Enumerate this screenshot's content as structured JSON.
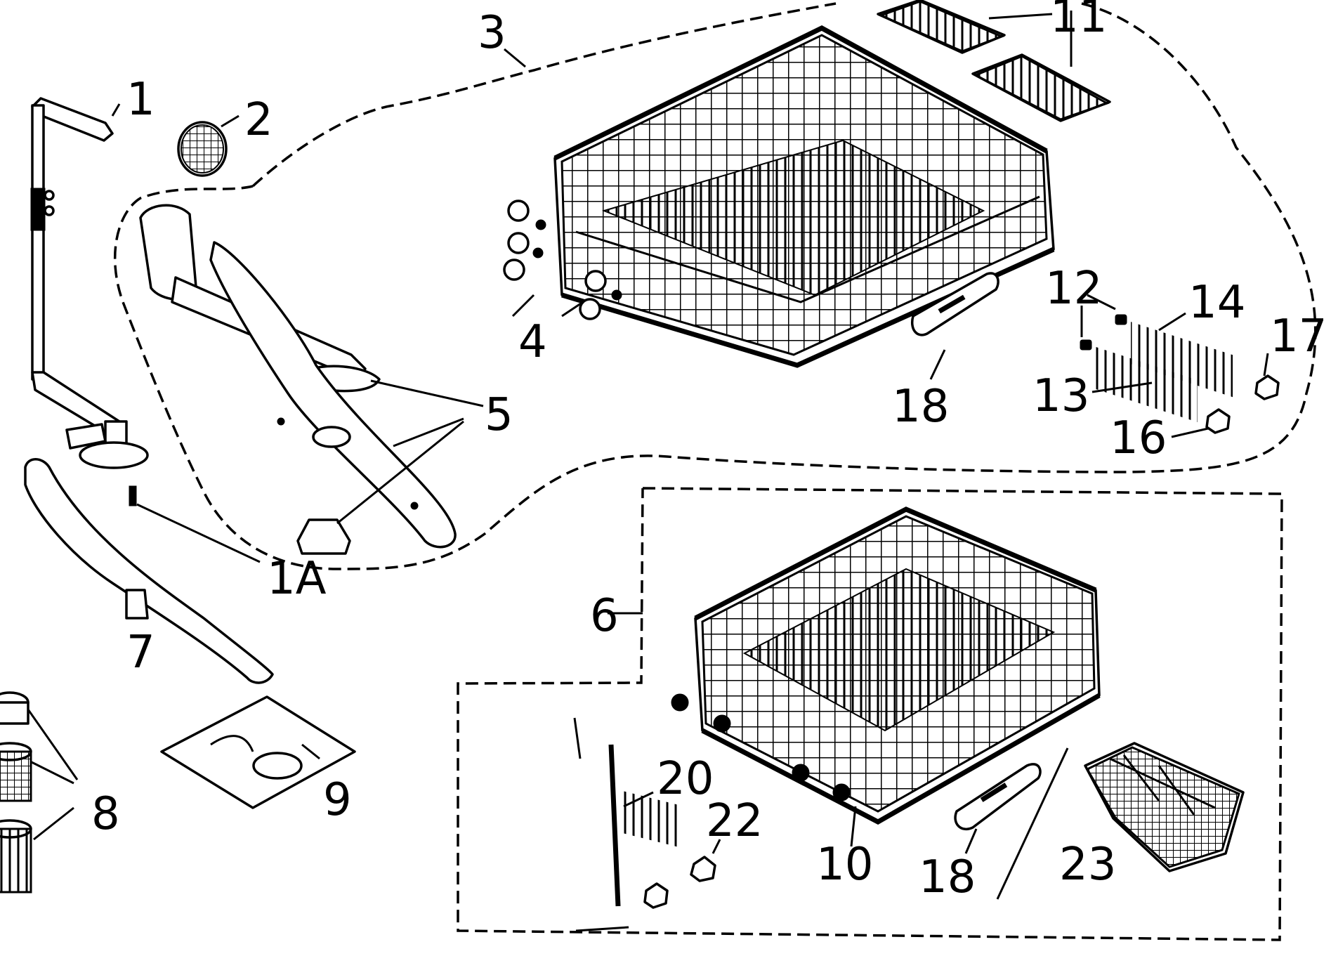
{
  "callouts": {
    "c1": "1",
    "c1a": "1A",
    "c2": "2",
    "c3": "3",
    "c4": "4",
    "c5": "5",
    "c6": "6",
    "c7": "7",
    "c8": "8",
    "c9": "9",
    "c10": "10",
    "c11": "11",
    "c12": "12",
    "c13": "13",
    "c14": "14",
    "c16": "16",
    "c17": "17",
    "c18_upper": "18",
    "c18_lower": "18",
    "c20": "20",
    "c22": "22",
    "c23": "23"
  }
}
